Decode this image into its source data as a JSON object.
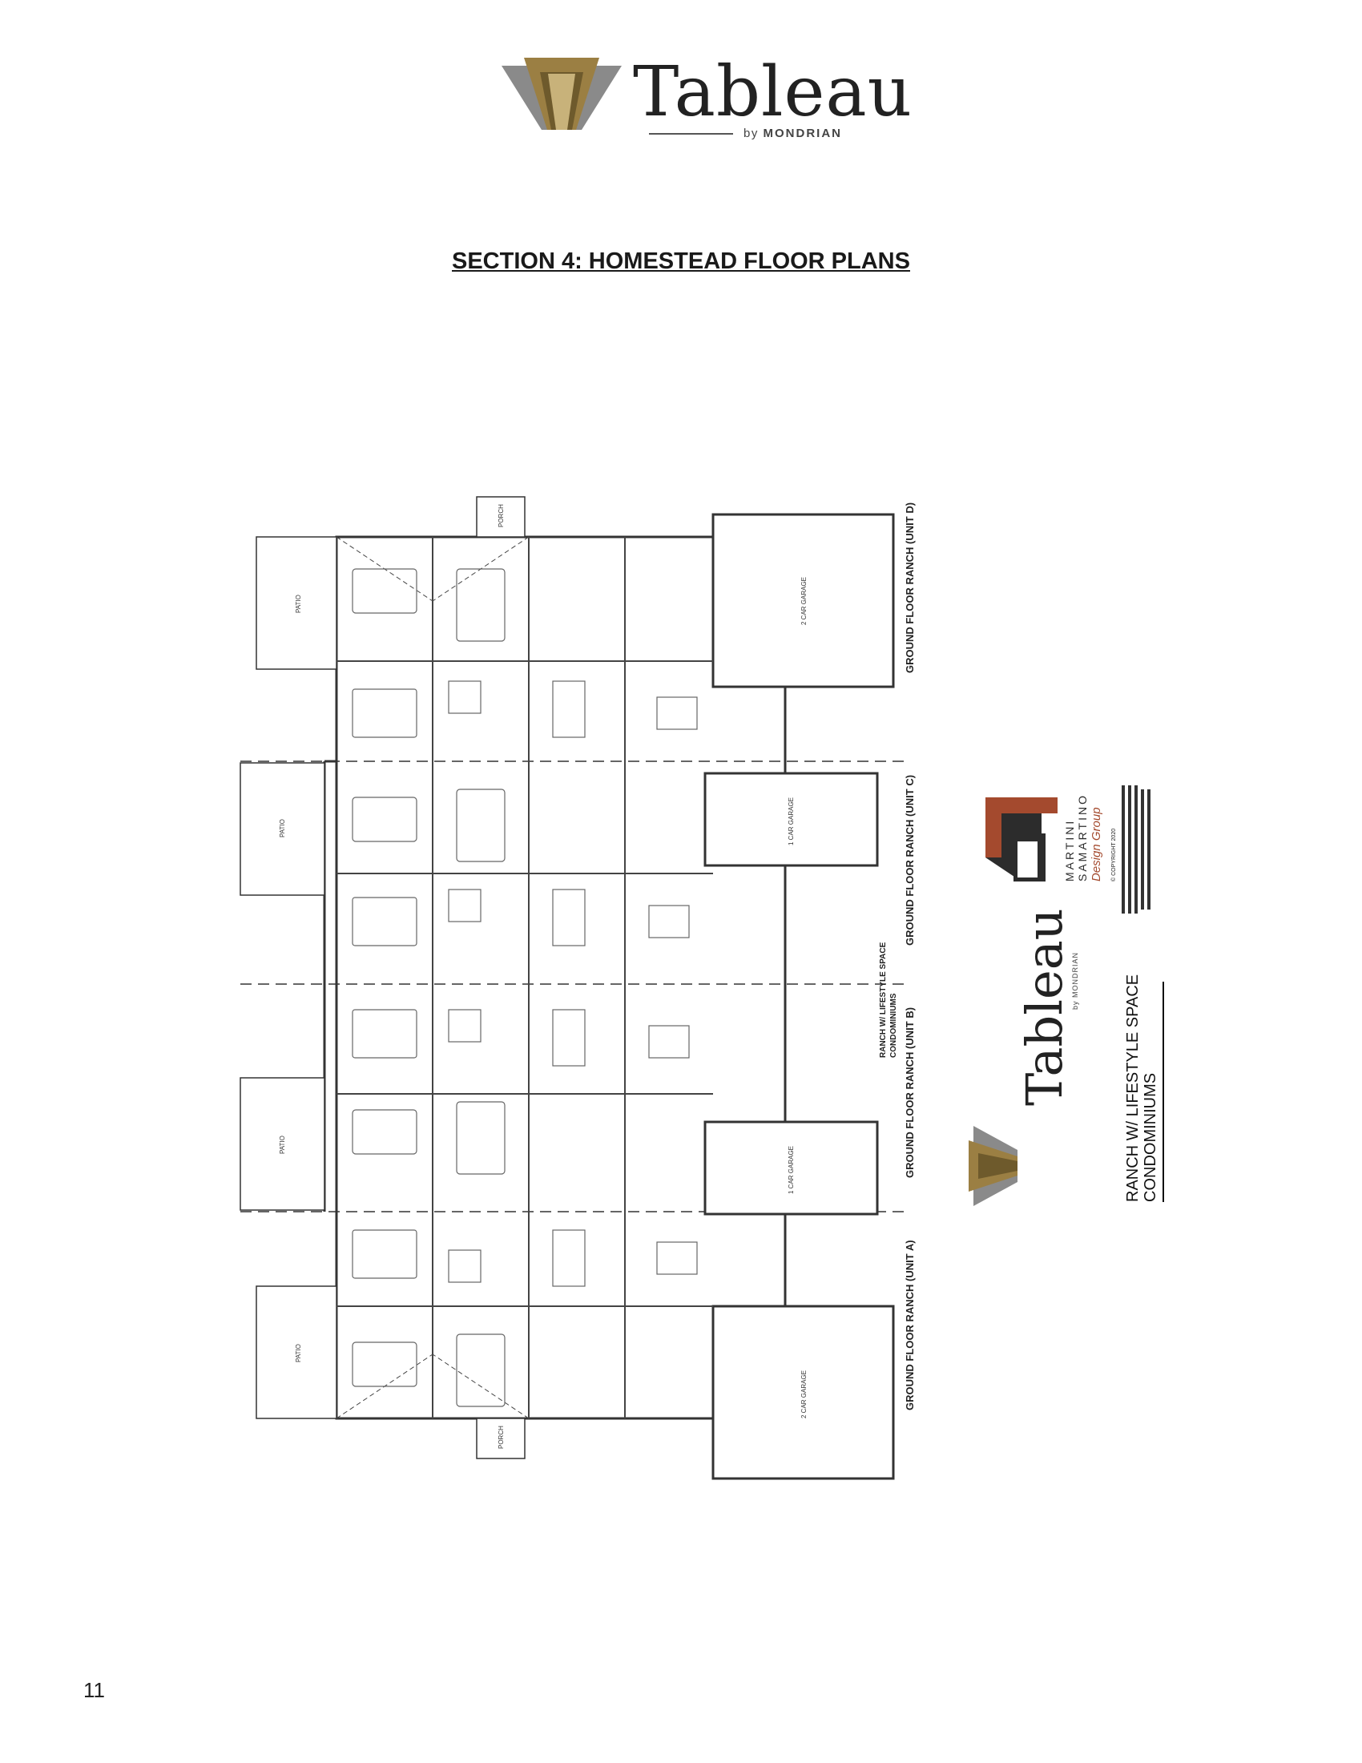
{
  "header": {
    "brand_name": "Tableau",
    "brand_by": "by",
    "brand_sub": "MONDRIAN"
  },
  "section_title": "SECTION 4: HOMESTEAD FLOOR PLANS",
  "plan": {
    "unit_labels": {
      "unit_d": "GROUND FLOOR RANCH (UNIT D)",
      "unit_c": "GROUND FLOOR RANCH (UNIT C)",
      "unit_b": "GROUND FLOOR RANCH (UNIT B)",
      "unit_a": "GROUND FLOOR RANCH (UNIT A)",
      "unit_b_alt": "RANCH W/ LIFESTYLE SPACE",
      "unit_b_alt2": "CONDOMINIUMS"
    },
    "room_labels": {
      "patio": "PATIO",
      "porch": "PORCH",
      "garage_2car": "2 CAR GARAGE",
      "garage_1car": "1 CAR GARAGE"
    },
    "title_block": {
      "architect_line1": "MARTINI",
      "architect_line2": "SAMARTINO",
      "architect_line3": "Design Group",
      "copyright": "© COPYRIGHT 2020",
      "brand_name": "Tableau",
      "brand_sub": "by MONDRIAN",
      "project_line1": "RANCH W/ LIFESTYLE SPACE",
      "project_line2": "CONDOMINIUMS"
    }
  },
  "page_number": "11",
  "colors": {
    "gold": "#9b7f43",
    "gold_dark": "#6e5a2c",
    "grey": "#8a8a8a",
    "brick": "#a44a2e",
    "dark": "#2c2c2c"
  }
}
